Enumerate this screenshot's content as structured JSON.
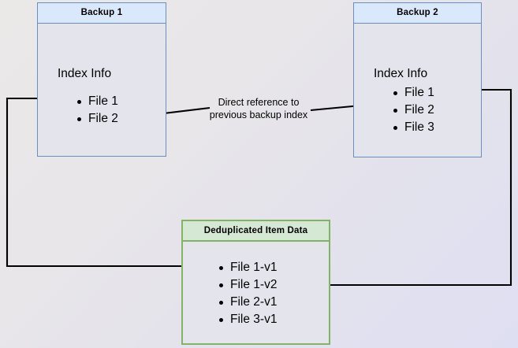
{
  "diagram": {
    "title_hidden": "Backup deduplication reference diagram",
    "colors": {
      "blue_border": "#6c8ebf",
      "blue_header_fill": "#dae8fc",
      "green_border": "#82b366",
      "green_header_fill": "#d5e8d4",
      "body_fill": "#e4e4ec",
      "edge_stroke": "#000000"
    },
    "nodes": [
      {
        "id": "backup1",
        "title": "Backup 1",
        "section_label": "Index Info",
        "items": [
          "File 1",
          "File 2"
        ]
      },
      {
        "id": "backup2",
        "title": "Backup 2",
        "section_label": "Index Info",
        "items": [
          "File 1",
          "File 2",
          "File 3"
        ]
      },
      {
        "id": "dedup",
        "title": "Deduplicated Item Data",
        "items": [
          "File 1-v1",
          "File 1-v2",
          "File 2-v1",
          "File 3-v1"
        ]
      }
    ],
    "edge_labels": [
      {
        "id": "direct-reference",
        "text": "Direct reference to\nprevious backup index"
      }
    ]
  }
}
